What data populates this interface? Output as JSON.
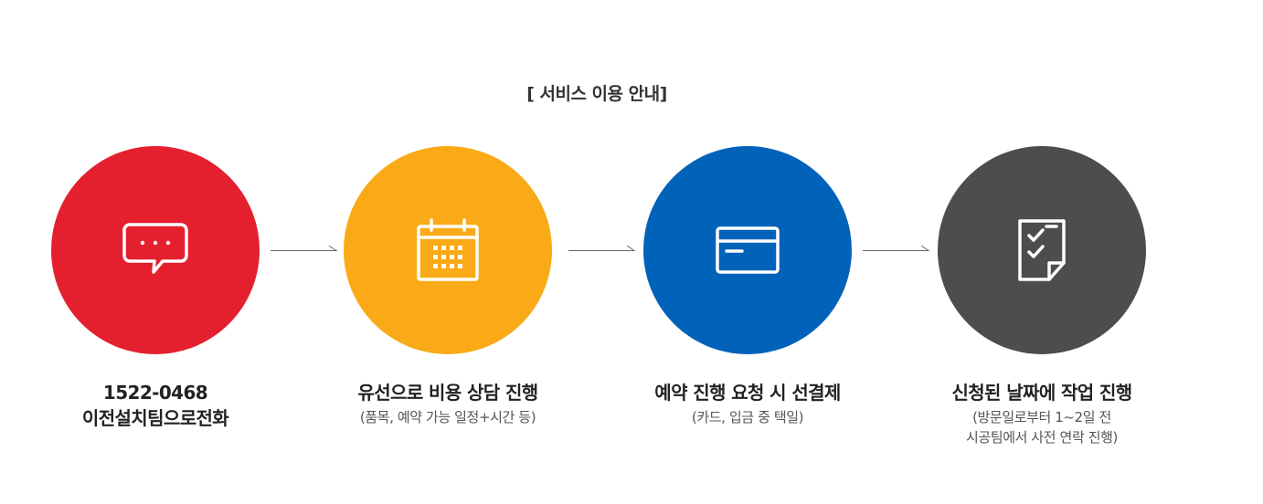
{
  "section_title": "[ 서비스 이용 안내]",
  "steps": [
    {
      "title_lines": [
        "1522-0468",
        "이전설치팀으로전화"
      ],
      "desc_lines": [],
      "color": "#e41f2e",
      "icon": "chat-bubble-icon"
    },
    {
      "title_lines": [
        "유선으로 비용 상담 진행"
      ],
      "desc_lines": [
        "(품목, 예약 가능 일정+시간 등)"
      ],
      "color": "#f9aa16",
      "icon": "calendar-icon"
    },
    {
      "title_lines": [
        "예약 진행 요청 시 선결제"
      ],
      "desc_lines": [
        "(카드, 입금 중 택일)"
      ],
      "color": "#0062b9",
      "icon": "credit-card-icon"
    },
    {
      "title_lines": [
        "신청된 날짜에 작업 진행"
      ],
      "desc_lines": [
        "(방문일로부터 1~2일 전",
        "시공팀에서 사전 연락 진행)"
      ],
      "color": "#4d4d4f",
      "icon": "checklist-icon"
    }
  ]
}
